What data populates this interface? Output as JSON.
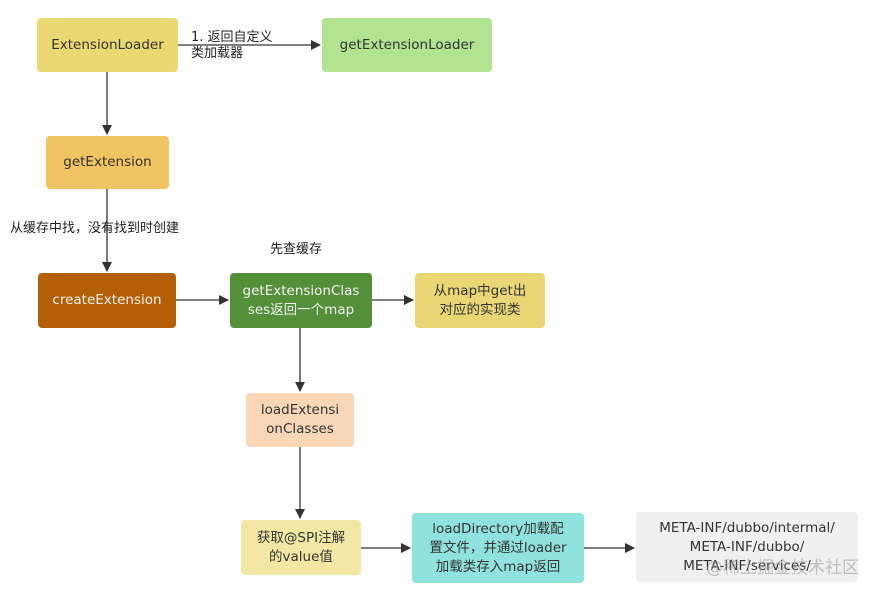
{
  "nodes": {
    "extension_loader": "ExtensionLoader",
    "get_extension_loader": "getExtensionLoader",
    "get_extension": "getExtension",
    "create_extension": "createExtension",
    "get_extension_classes": "getExtensionClas\nses返回一个map",
    "from_map": "从map中get出\n对应的实现类",
    "load_extension_classes": "loadExtensi\nonClasses",
    "get_spi": "获取@SPI注解\n的value值",
    "load_directory": "loadDirectory加载配\n置文件，并通过loader\n加载类存入map返回",
    "meta_inf": "META-INF/dubbo/intermal/\nMETA-INF/dubbo/\nMETA-INF/services/"
  },
  "edge_labels": {
    "return_loader": "1. 返回自定义\n类加载器",
    "from_cache": "从缓存中找，没有找到时创建",
    "check_cache": "先查缓存"
  },
  "watermark": "@稀土掘金技术社区",
  "colors": {
    "extension_loader": "#ead873",
    "get_extension_loader": "#b1e391",
    "get_extension": "#f0c462",
    "create_extension": "#b45f06",
    "get_extension_classes": "#548f39",
    "from_map": "#e9d776",
    "load_extension_classes": "#f8d6b8",
    "get_spi": "#f3e7a6",
    "load_directory": "#8fe2de",
    "meta_inf": "#f2efed",
    "arrow": "#333333"
  }
}
